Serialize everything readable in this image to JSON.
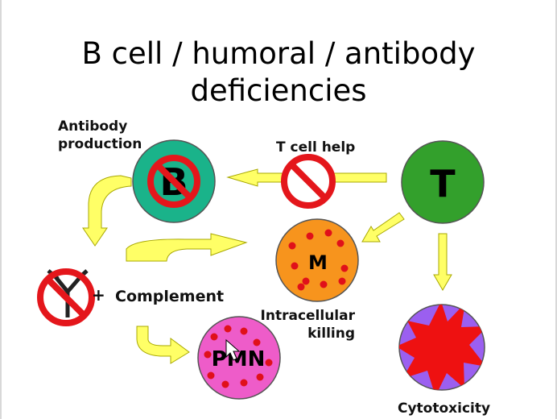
{
  "title_line1": "B cell / humoral / antibody",
  "title_line2": "deficiencies",
  "labels": {
    "antibody_production_1": "Antibody",
    "antibody_production_2": "production",
    "t_cell_help": "T cell help",
    "plus": "+",
    "complement": "Complement",
    "intracellular_1": "Intracellular",
    "intracellular_2": "killing",
    "cytotoxicity": "Cytotoxicity"
  },
  "cells": {
    "b": "B",
    "t": "T",
    "m": "M",
    "pmn": "PMN"
  },
  "colors": {
    "b_cell": "#1ab38a",
    "t_cell": "#33a02c",
    "macrophage": "#f7941d",
    "pmn": "#ee5cc9",
    "target": "#9b5ff0",
    "burst": "#ee1111",
    "prohibit": "#e4161b",
    "arrow_fill": "#ffff66",
    "arrow_stroke": "#a8a800",
    "granule": "#e0101a"
  }
}
